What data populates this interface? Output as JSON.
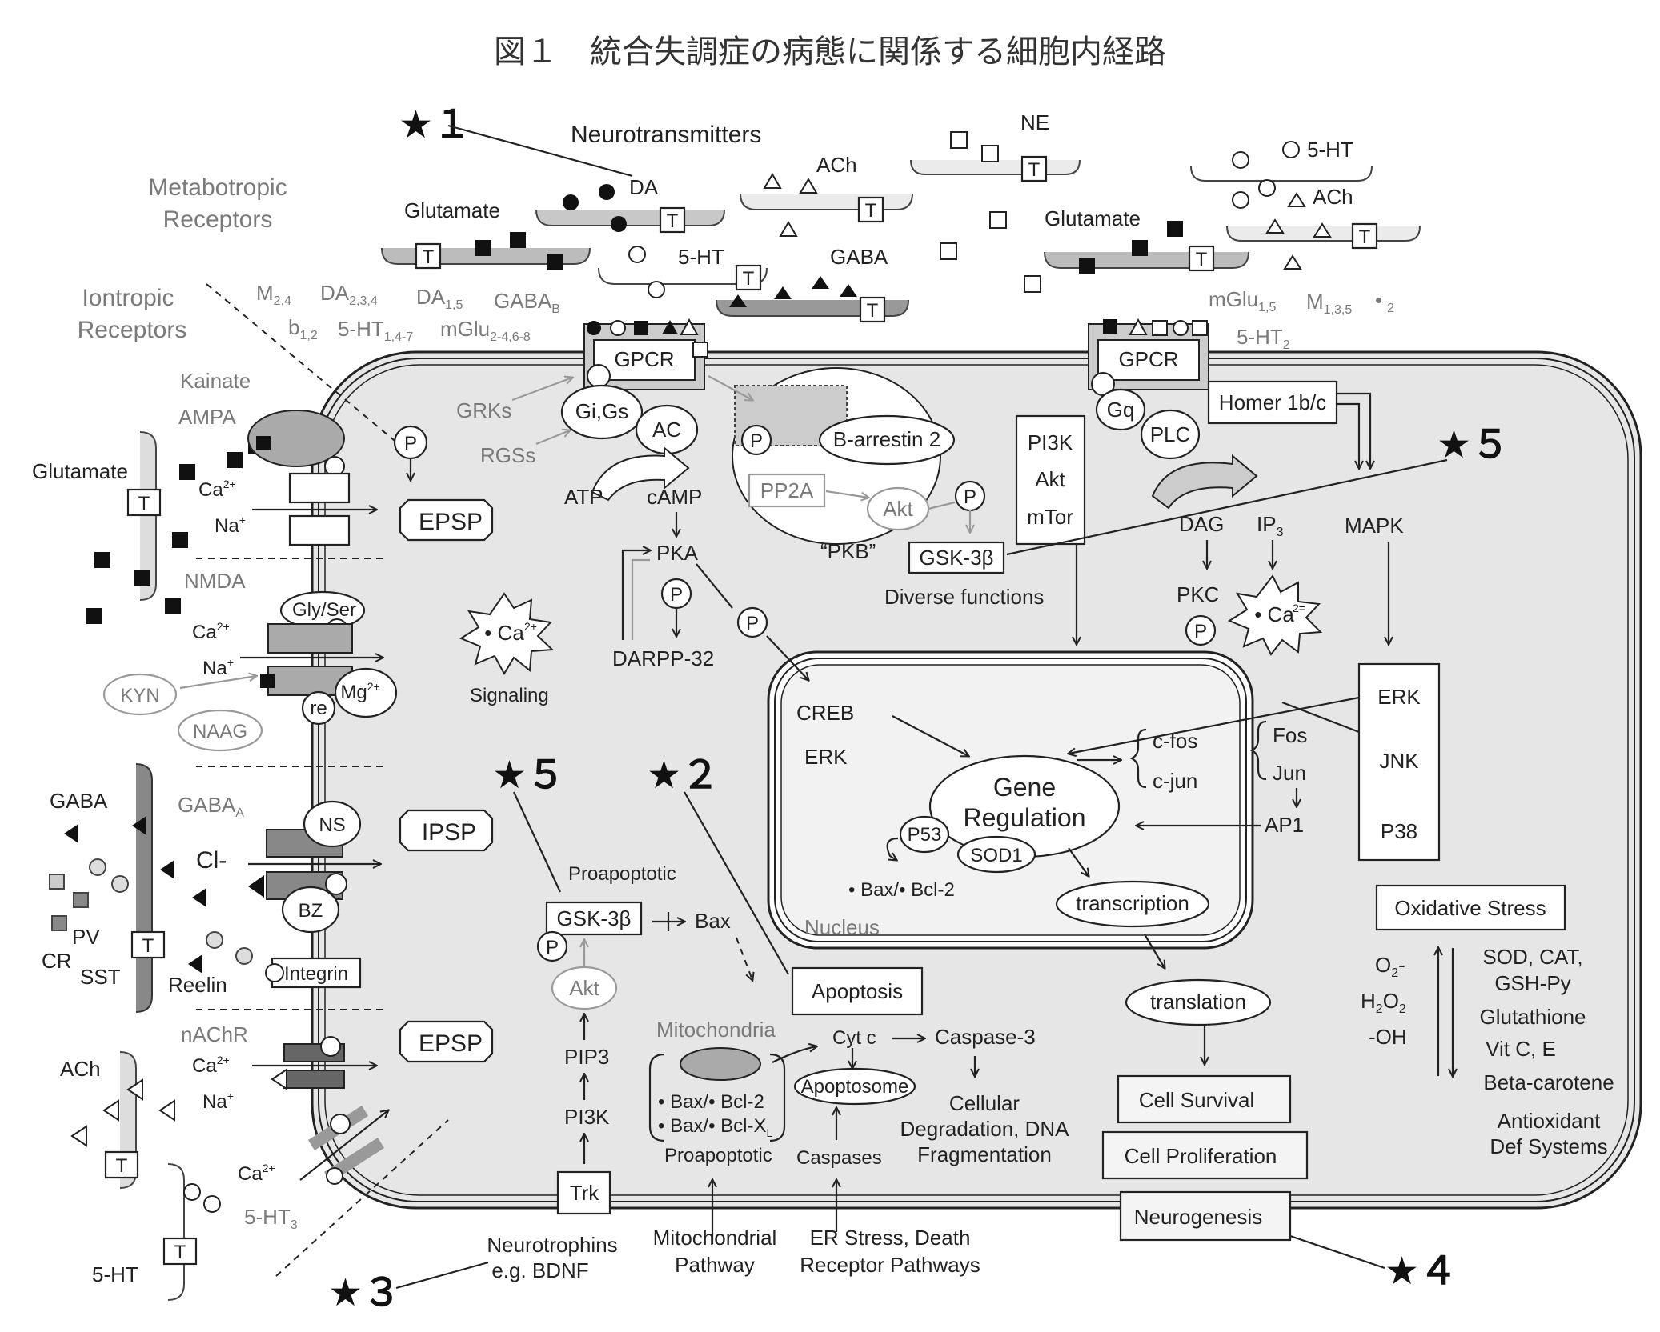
{
  "title": "図１　統合失調症の病態に関係する細胞内経路",
  "stars": {
    "s1": "★１",
    "s2": "★２",
    "s3": "★３",
    "s4": "★４",
    "s5a": "★５",
    "s5b": "★５"
  },
  "header": {
    "neurotransmitters": "Neurotransmitters",
    "metabotropic_1": "Metabotropic",
    "metabotropic_2": "Receptors",
    "iontropic_1": "Iontropic",
    "iontropic_2": "Receptors"
  },
  "nt": {
    "da": "DA",
    "ach": "ACh",
    "ne": "NE",
    "ht5": "5-HT",
    "glutamate": "Glutamate",
    "ht5b": "5-HT",
    "gaba": "GABA",
    "glutamate2": "Glutamate",
    "ach2": "ACh",
    "t": "T"
  },
  "receptor_subtypes": {
    "m24": "M",
    "m24_sub": "2,4",
    "da234": "DA",
    "da234_sub": "2,3,4",
    "da15": "DA",
    "da15_sub": "1,5",
    "gabab": "GABA",
    "gabab_sub": "B",
    "b12": "b",
    "b12_sub": "1,2",
    "ht5_147": "5-HT",
    "ht5_147_sub": "1,4-7",
    "mglu": "mGlu",
    "mglu_sub": "2-4,6-8",
    "mglu15": "mGlu",
    "mglu15_sub": "1,5",
    "m135": "M",
    "m135_sub": "1,3,5",
    "dot2": "•",
    "dot2_sub": "2",
    "ht52": "5-HT",
    "ht52_sub": "2"
  },
  "left": {
    "kainate": "Kainate",
    "ampa": "AMPA",
    "glutamate": "Glutamate",
    "ca": "Ca",
    "ca_sup": "2+",
    "na": "Na",
    "na_sup": "+",
    "nmda": "NMDA",
    "gly_ser": "Gly/Ser",
    "kyn": "KYN",
    "naag": "NAAG",
    "re": "re",
    "mg": "Mg",
    "mg_sup": "2+",
    "gaba": "GABA",
    "gabaa": "GABA",
    "gabaa_sub": "A",
    "cl": "Cl-",
    "ns": "NS",
    "bz": "BZ",
    "pv": "PV",
    "cr": "CR",
    "sst": "SST",
    "reelin": "Reelin",
    "integrin": "Integrin",
    "nachr": "nAChR",
    "ach": "ACh",
    "ht53": "5-HT",
    "ht53_sub": "3",
    "ht5": "5-HT"
  },
  "center": {
    "epsp": "EPSP",
    "ipsp": "IPSP",
    "p": "P",
    "ca_signal": "• Ca",
    "ca_signal_sup": "2+",
    "signaling": "Signaling",
    "gpcr": "GPCR",
    "grks": "GRKs",
    "rgss": "RGSs",
    "gigs": "Gi,Gs",
    "ac": "AC",
    "atp": "ATP",
    "camp": "cAMP",
    "pka": "PKA",
    "darpp": "DARPP-32",
    "barrestin": "B-arrestin 2",
    "pp2a": "PP2A",
    "akt": "Akt",
    "pkb": "“PKB”",
    "gsk3b": "GSK-3β",
    "diverse": "Diverse functions",
    "pi3k": "PI3K",
    "akt2": "Akt",
    "mtor": "mTor",
    "gq": "Gq",
    "plc": "PLC",
    "homer": "Homer 1b/c",
    "dag": "DAG",
    "ip3": "IP",
    "ip3_sub": "3",
    "mapk": "MAPK",
    "pkc": "PKC",
    "ca2": "• Ca",
    "ca2_sup": "2="
  },
  "nucleus": {
    "creb": "CREB",
    "erk": "ERK",
    "gene1": "Gene",
    "gene2": "Regulation",
    "cfos": "c-fos",
    "cjun": "c-jun",
    "fos": "Fos",
    "jun": "Jun",
    "ap1": "AP1",
    "p53": "P53",
    "sod1": "SOD1",
    "bax": "• Bax/• Bcl-2",
    "transcription": "transcription",
    "nucleus": "Nucleus"
  },
  "mapk_box": {
    "erk": "ERK",
    "jnk": "JNK",
    "p38": "P38"
  },
  "apoptosis": {
    "proapoptotic": "Proapoptotic",
    "gsk3b": "GSK-3β",
    "bax": "Bax",
    "akt": "Akt",
    "pip3": "PIP3",
    "pi3k": "PI3K",
    "trk": "Trk",
    "apoptosis": "Apoptosis",
    "mito": "Mitochondria",
    "bax_bcl2": "• Bax/• Bcl-2",
    "bax_bclx": "• Bax/• Bcl-X",
    "bclx_sub": "L",
    "proapoptotic2": "Proapoptotic",
    "cytc": "Cyt c",
    "casp3": "Caspase-3",
    "apoptosome": "Apoptosome",
    "caspases": "Caspases",
    "cellular1": "Cellular",
    "cellular2": "Degradation, DNA",
    "cellular3": "Fragmentation"
  },
  "outcomes": {
    "translation": "translation",
    "survival": "Cell Survival",
    "proliferation": "Cell Proliferation",
    "neurogenesis": "Neurogenesis"
  },
  "oxidative": {
    "title": "Oxidative Stress",
    "o2": "O",
    "o2_sub": "2",
    "o2_tail": "-",
    "h2o2": "H",
    "h2o2_sub1": "2",
    "h2o2_mid": "O",
    "h2o2_sub2": "2",
    "oh": "-OH",
    "sod": "SOD, CAT,",
    "gsh": "GSH-Py",
    "glut": "Glutathione",
    "vit": "Vit C, E",
    "beta": "Beta-carotene",
    "anti1": "Antioxidant",
    "anti2": "Def Systems"
  },
  "bottom": {
    "neurotrophins1": "Neurotrophins",
    "neurotrophins2": "e.g. BDNF",
    "mito1": "Mitochondrial",
    "mito2": "Pathway",
    "er1": "ER Stress, Death",
    "er2": "Receptor  Pathways"
  }
}
